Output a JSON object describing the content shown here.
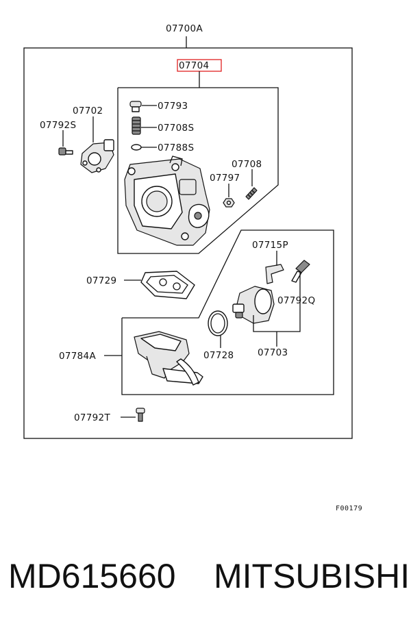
{
  "diagram": {
    "main_assembly_label": "07700A",
    "highlighted_label": "07704",
    "highlight_color": "#e02020",
    "labels": {
      "l07793": "07793",
      "l07708S": "07708S",
      "l07788S": "07788S",
      "l07708": "07708",
      "l07797": "07797",
      "l07702": "07702",
      "l07792S": "07792S",
      "l07715P": "07715P",
      "l07729": "07729",
      "l07792Q": "07792Q",
      "l07728": "07728",
      "l07703": "07703",
      "l07784A": "07784A",
      "l07792T": "07792T"
    },
    "figure_code": "F00179"
  },
  "footer": {
    "part_number": "MD615660",
    "brand": "MITSUBISHI"
  }
}
